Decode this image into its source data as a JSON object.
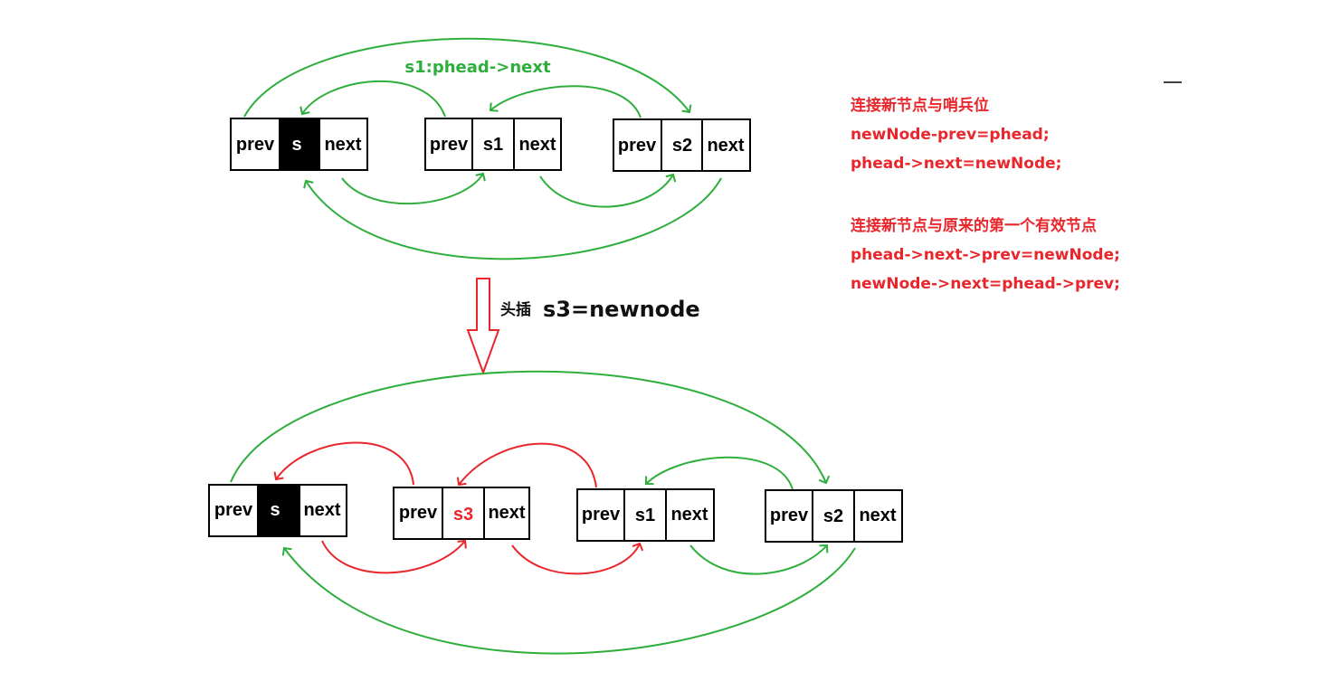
{
  "top_list": {
    "nodes": [
      {
        "prev": "prev",
        "data": "s",
        "next": "next",
        "sentinel": true
      },
      {
        "prev": "prev",
        "data": "s1",
        "next": "next"
      },
      {
        "prev": "prev",
        "data": "s2",
        "next": "next"
      }
    ],
    "arrow_label": "s1:phead->next"
  },
  "transition": {
    "label_cn": "头插",
    "label_expr": "s3=newnode"
  },
  "bottom_list": {
    "nodes": [
      {
        "prev": "prev",
        "data": "s",
        "next": "next",
        "sentinel": true
      },
      {
        "prev": "prev",
        "data": "s3",
        "next": "next",
        "highlight": true
      },
      {
        "prev": "prev",
        "data": "s1",
        "next": "next"
      },
      {
        "prev": "prev",
        "data": "s2",
        "next": "next"
      }
    ]
  },
  "notes": {
    "lines": [
      "连接新节点与哨兵位",
      "newNode-prev=phead;",
      "phead->next=newNode;",
      "",
      "连接新节点与原来的第一个有效节点",
      "phead->next->prev=newNode;",
      "newNode->next=phead->prev;"
    ]
  },
  "colors": {
    "green_arrow": "#2eae3d",
    "red_arrow": "#e8262b",
    "note_text": "#e8262b",
    "sentinel_fill": "#000000"
  }
}
